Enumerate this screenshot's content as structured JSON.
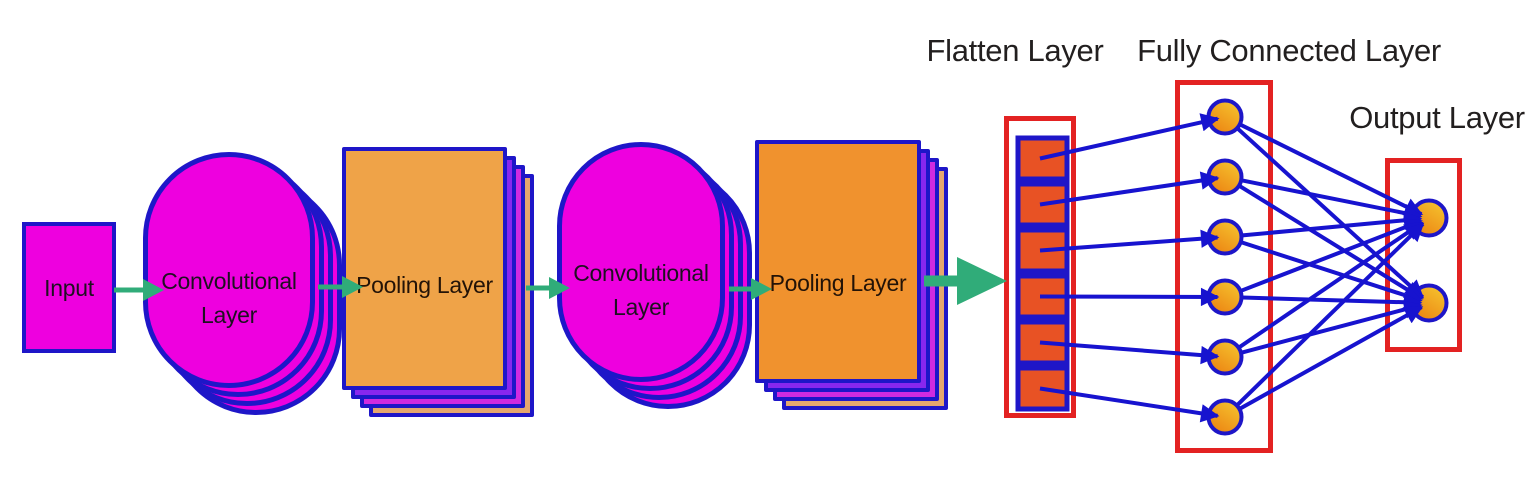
{
  "diagram_type": "cnn-architecture",
  "layers": {
    "input": {
      "label": "Input"
    },
    "conv1": {
      "label": "Convolutional Layer"
    },
    "pool1": {
      "label": "Pooling Layer"
    },
    "conv2": {
      "label": "Convolutional Layer"
    },
    "pool2": {
      "label": "Pooling Layer"
    },
    "flatten": {
      "title": "Flatten Layer",
      "units": 6
    },
    "fully_connected": {
      "title": "Fully Connected Layer",
      "units": 6
    },
    "output": {
      "title": "Output Layer",
      "units": 2
    }
  },
  "connections": {
    "flatten_to_fc": "one-to-one",
    "fc_to_output": "fully-connected"
  },
  "colors": {
    "magenta": "#EE00DF",
    "border_blue": "#1E16C8",
    "line_blue": "#1713CF",
    "pool1_orange": "#EFA348",
    "pool2_orange": "#F0922E",
    "flatten_square_orange": "#E85224",
    "neuron_gradient_light": "#F5C32E",
    "neuron_gradient_dark": "#EC8212",
    "box_red": "#E32222",
    "arrow_green": "#30AC79",
    "stack_violet": "#8827EE",
    "stack_magenta": "#D02BE0",
    "stack_peach": "#E5A76E",
    "label_dark": "#1E1020",
    "title_dark": "#221F1F"
  }
}
